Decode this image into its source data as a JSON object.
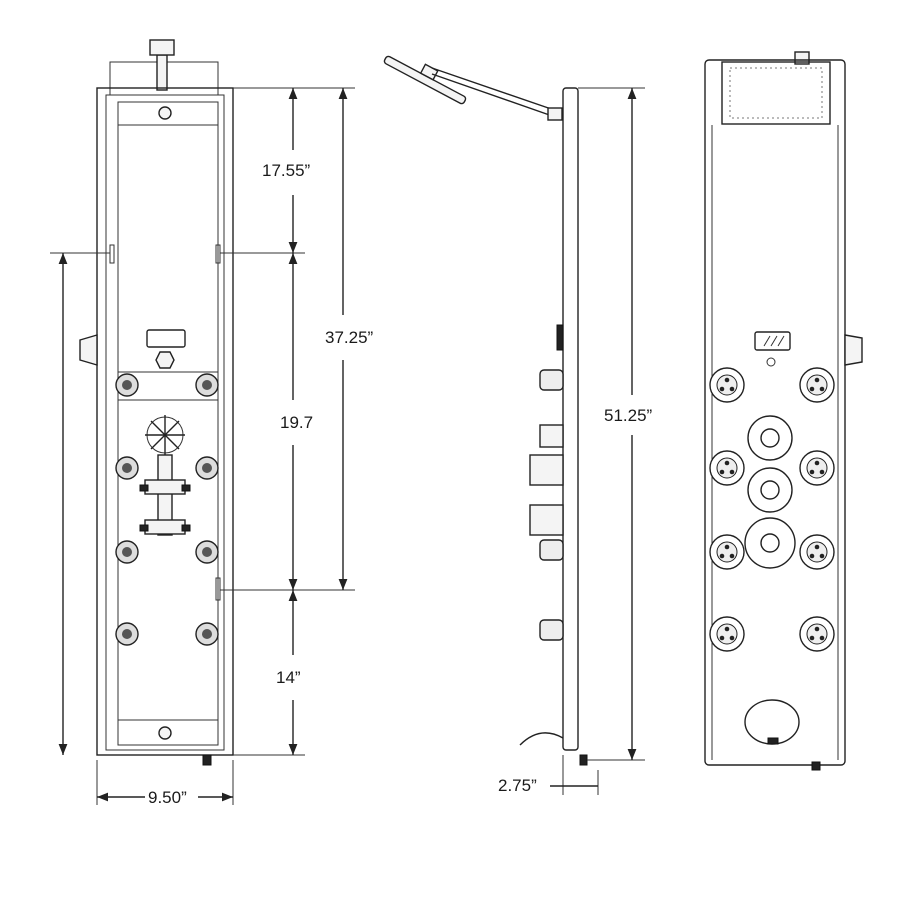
{
  "dimensions": {
    "upper_section": "17.55”",
    "valve_to_top": "37.25”",
    "middle_section": "19.7",
    "lower_section": "14”",
    "width": "9.50”",
    "total_height": "51.25”",
    "depth": "2.75”"
  },
  "views": [
    "back-view",
    "side-view",
    "front-view"
  ]
}
